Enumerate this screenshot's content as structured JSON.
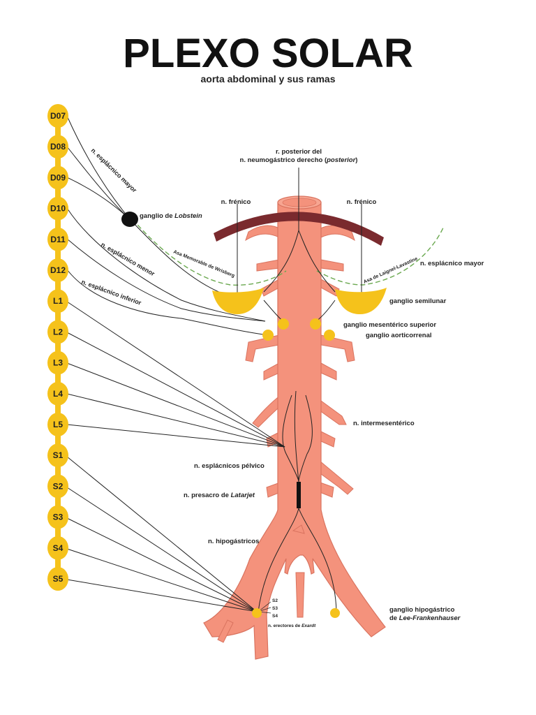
{
  "title": "PLEXO SOLAR",
  "subtitle": "aorta abdominal y sus ramas",
  "segments": [
    "D07",
    "D08",
    "D09",
    "D10",
    "D11",
    "D12",
    "L1",
    "L2",
    "L3",
    "L4",
    "L5",
    "S1",
    "S2",
    "S3",
    "S4",
    "S5"
  ],
  "labels": {
    "n_esplacnico_mayor_left": "n. esplácnico mayor",
    "n_esplacnico_menor": "n. esplácnico menor",
    "n_esplacnico_inferior": "n. esplácnico inferior",
    "ganglio_lobstein_prefix": "ganglio de ",
    "ganglio_lobstein_name": "Lobstein",
    "r_posterior_line1": "r. posterior del",
    "r_posterior_line2_prefix": "n. neumogástrico derecho (",
    "r_posterior_line2_italic": "posterior",
    "r_posterior_line2_suffix": ")",
    "n_frenico_left": "n. frénico",
    "n_frenico_right": "n. frénico",
    "asa_wrisberg": "Asa Memorable de Wrisberg",
    "asa_laignel": "Asa de Laignel-Lavastine",
    "n_esplacnico_mayor_right": "n. esplácnico mayor",
    "ganglio_semilunar": "ganglio semilunar",
    "ganglio_mesenterico": "ganglio mesentérico superior",
    "ganglio_aorticorrenal": "ganglio aorticorrenal",
    "n_intermesenterico": "n. intermesentérico",
    "n_esplacnicos_pelvico": "n. esplácnicos pélvico",
    "n_presacro_prefix": "n. presacro de ",
    "n_presacro_name": "Latarjet",
    "n_hipogastricos": "n. hipogástricos",
    "s2": "S2",
    "s3": "S3",
    "s4": "S4",
    "n_erectores_prefix": "n. erectores de ",
    "n_erectores_name": "Exardt",
    "ganglio_hipogastrico_line1": "ganglio hipogástrico",
    "ganglio_hipogastrico_line2_prefix": "de ",
    "ganglio_hipogastrico_line2_name": "Lee-Frankenhauser"
  },
  "colors": {
    "artery": "#f4927c",
    "artery_stroke": "#d9735f",
    "ganglion": "#f5c21b",
    "diaphragm": "#7a2a2e",
    "loop": "#6aa84f",
    "nerve": "#222222"
  }
}
